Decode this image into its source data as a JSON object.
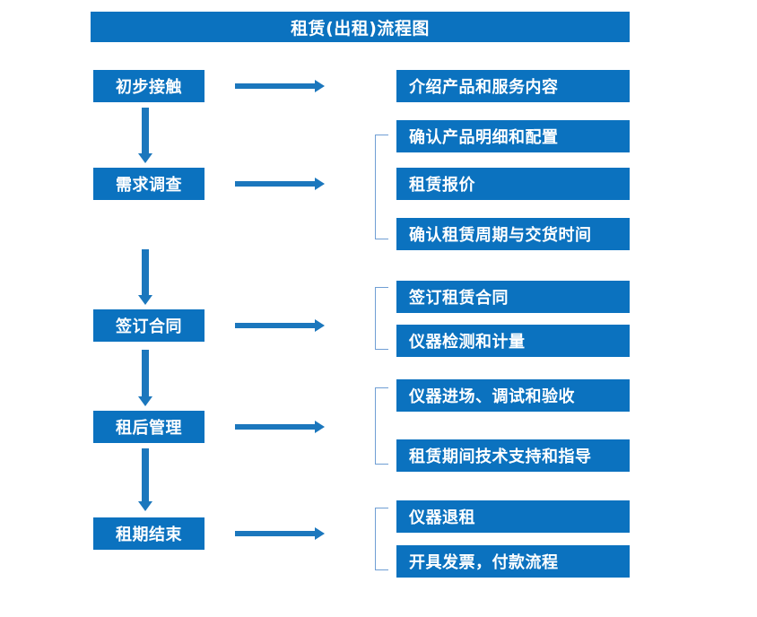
{
  "diagram": {
    "title": "租赁(出租)流程图",
    "accent_color": "#0b72bf",
    "arrow_color": "#1b77bd",
    "bracket_color": "#6f9ed4",
    "text_color": "#ffffff",
    "background_color": "#ffffff",
    "stages": [
      {
        "label": "初步接触"
      },
      {
        "label": "需求调查"
      },
      {
        "label": "签订合同"
      },
      {
        "label": "租后管理"
      },
      {
        "label": "租期结束"
      }
    ],
    "tasks": [
      {
        "label": "介绍产品和服务内容"
      },
      {
        "label": "确认产品明细和配置"
      },
      {
        "label": "租赁报价"
      },
      {
        "label": "确认租赁周期与交货时间"
      },
      {
        "label": "签订租赁合同"
      },
      {
        "label": "仪器检测和计量"
      },
      {
        "label": "仪器进场、调试和验收"
      },
      {
        "label": "租赁期间技术支持和指导"
      },
      {
        "label": "仪器退租"
      },
      {
        "label": "开具发票，付款流程"
      }
    ]
  }
}
